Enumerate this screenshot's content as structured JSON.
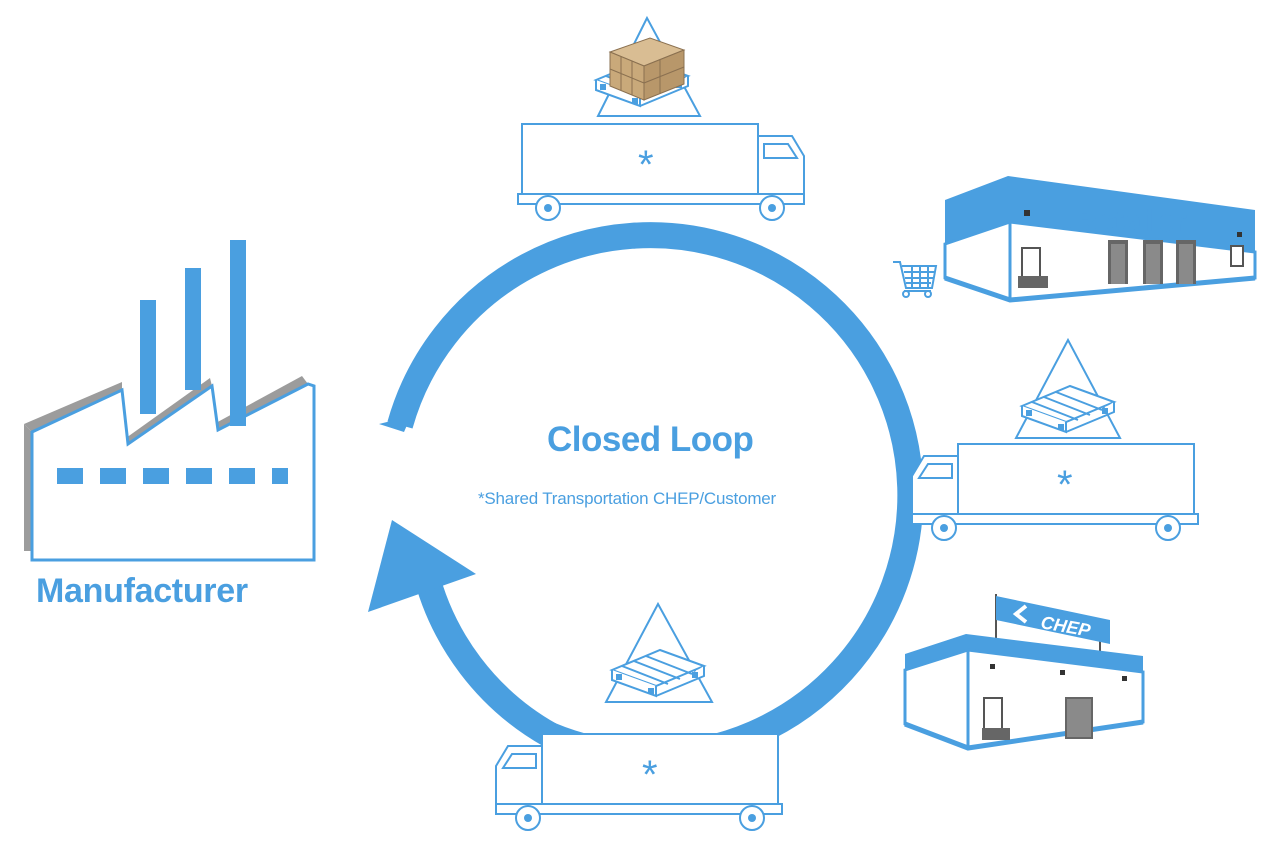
{
  "diagram": {
    "title": "Closed Loop",
    "subtitle": "*Shared Transportation CHEP/Customer",
    "nodes": {
      "manufacturer": "Manufacturer",
      "retailer": "Retailer",
      "chep_sign": "CHEP"
    },
    "truck_marker": "*",
    "icons": [
      "factory-icon",
      "truck-icon",
      "pallet-icon",
      "boxes-icon",
      "shopping-cart-icon",
      "warehouse-icon",
      "chep-logo-icon"
    ]
  },
  "colors": {
    "accent": "#4a9fe0",
    "grey": "#9c9c9c",
    "dark": "#6a6a6a",
    "box": "#c9a97a"
  }
}
